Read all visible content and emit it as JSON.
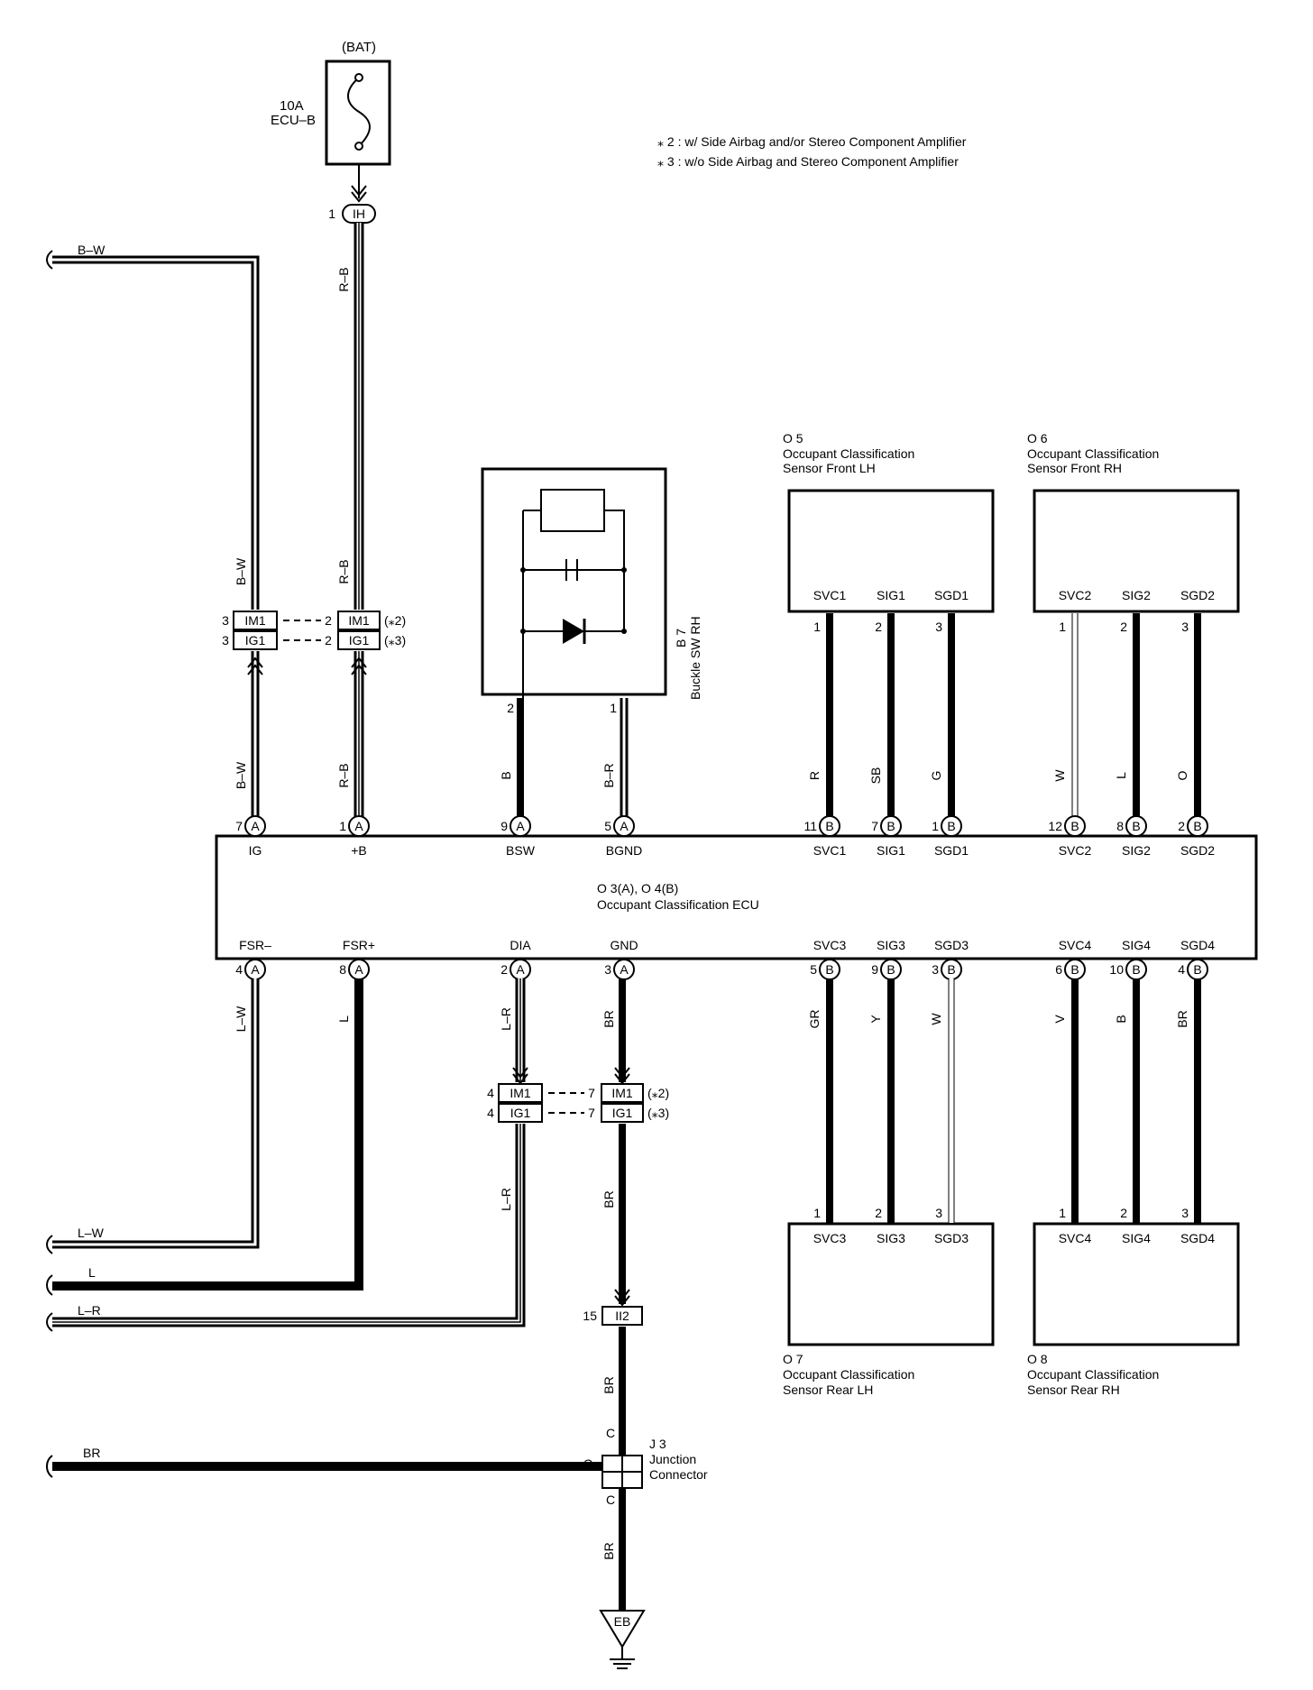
{
  "notes": {
    "note2": "⁎ 2 : w/ Side Airbag and/or Stereo Component Amplifier",
    "note3": "⁎ 3 : w/o Side Airbag and Stereo Component Amplifier"
  },
  "fuse": {
    "source": "(BAT)",
    "rating": "10A",
    "name": "ECU–B"
  },
  "ih": {
    "pin": "1",
    "code": "IH"
  },
  "wires": {
    "bw": "B–W",
    "rb": "R–B",
    "b": "B",
    "br_pin": "B–R",
    "r": "R",
    "sb": "SB",
    "g": "G",
    "w": "W",
    "l": "L",
    "o": "O",
    "lw": "L–W",
    "lr": "L–R",
    "br": "BR",
    "gr": "GR",
    "y": "Y",
    "v": "V"
  },
  "junction_upper": {
    "left_pin1": "3",
    "left_pin2": "3",
    "left1": "IM1",
    "left2": "IG1",
    "right_pin1": "2",
    "right_pin2": "2",
    "right1": "IM1",
    "right2": "IG1",
    "tag1": "(⁎2)",
    "tag2": "(⁎3)"
  },
  "junction_lower": {
    "left_pin1": "4",
    "left_pin2": "4",
    "left1": "IM1",
    "left2": "IG1",
    "right_pin1": "7",
    "right_pin2": "7",
    "right1": "IM1",
    "right2": "IG1",
    "tag1": "(⁎2)",
    "tag2": "(⁎3)"
  },
  "buckle": {
    "id": "B 7",
    "name": "Buckle SW RH",
    "pin2": "2",
    "pin1": "1"
  },
  "ecu": {
    "line1": "O 3(A), O 4(B)",
    "line2": "Occupant Classification ECU",
    "top": [
      {
        "pin": "7",
        "conn": "A",
        "label": "IG"
      },
      {
        "pin": "1",
        "conn": "A",
        "label": "+B"
      },
      {
        "pin": "9",
        "conn": "A",
        "label": "BSW"
      },
      {
        "pin": "5",
        "conn": "A",
        "label": "BGND"
      },
      {
        "pin": "11",
        "conn": "B",
        "label": "SVC1"
      },
      {
        "pin": "7",
        "conn": "B",
        "label": "SIG1"
      },
      {
        "pin": "1",
        "conn": "B",
        "label": "SGD1"
      },
      {
        "pin": "12",
        "conn": "B",
        "label": "SVC2"
      },
      {
        "pin": "8",
        "conn": "B",
        "label": "SIG2"
      },
      {
        "pin": "2",
        "conn": "B",
        "label": "SGD2"
      }
    ],
    "bottom": [
      {
        "pin": "4",
        "conn": "A",
        "label": "FSR–"
      },
      {
        "pin": "8",
        "conn": "A",
        "label": "FSR+"
      },
      {
        "pin": "2",
        "conn": "A",
        "label": "DIA"
      },
      {
        "pin": "3",
        "conn": "A",
        "label": "GND"
      },
      {
        "pin": "5",
        "conn": "B",
        "label": "SVC3"
      },
      {
        "pin": "9",
        "conn": "B",
        "label": "SIG3"
      },
      {
        "pin": "3",
        "conn": "B",
        "label": "SGD3"
      },
      {
        "pin": "6",
        "conn": "B",
        "label": "SVC4"
      },
      {
        "pin": "10",
        "conn": "B",
        "label": "SIG4"
      },
      {
        "pin": "4",
        "conn": "B",
        "label": "SGD4"
      }
    ]
  },
  "sensors": {
    "o5": {
      "id": "O 5",
      "name1": "Occupant Classification",
      "name2": "Sensor Front LH",
      "terms": [
        "SVC1",
        "SIG1",
        "SGD1"
      ],
      "pins": [
        "1",
        "2",
        "3"
      ]
    },
    "o6": {
      "id": "O 6",
      "name1": "Occupant Classification",
      "name2": "Sensor Front RH",
      "terms": [
        "SVC2",
        "SIG2",
        "SGD2"
      ],
      "pins": [
        "1",
        "2",
        "3"
      ]
    },
    "o7": {
      "id": "O 7",
      "name1": "Occupant Classification",
      "name2": "Sensor Rear LH",
      "terms": [
        "SVC3",
        "SIG3",
        "SGD3"
      ],
      "pins": [
        "1",
        "2",
        "3"
      ]
    },
    "o8": {
      "id": "O 8",
      "name1": "Occupant Classification",
      "name2": "Sensor Rear RH",
      "terms": [
        "SVC4",
        "SIG4",
        "SGD4"
      ],
      "pins": [
        "1",
        "2",
        "3"
      ]
    }
  },
  "ii2": {
    "pin": "15",
    "code": "II2"
  },
  "j3": {
    "id": "J 3",
    "name1": "Junction",
    "name2": "Connector",
    "c": "C"
  },
  "ground": {
    "code": "EB"
  }
}
